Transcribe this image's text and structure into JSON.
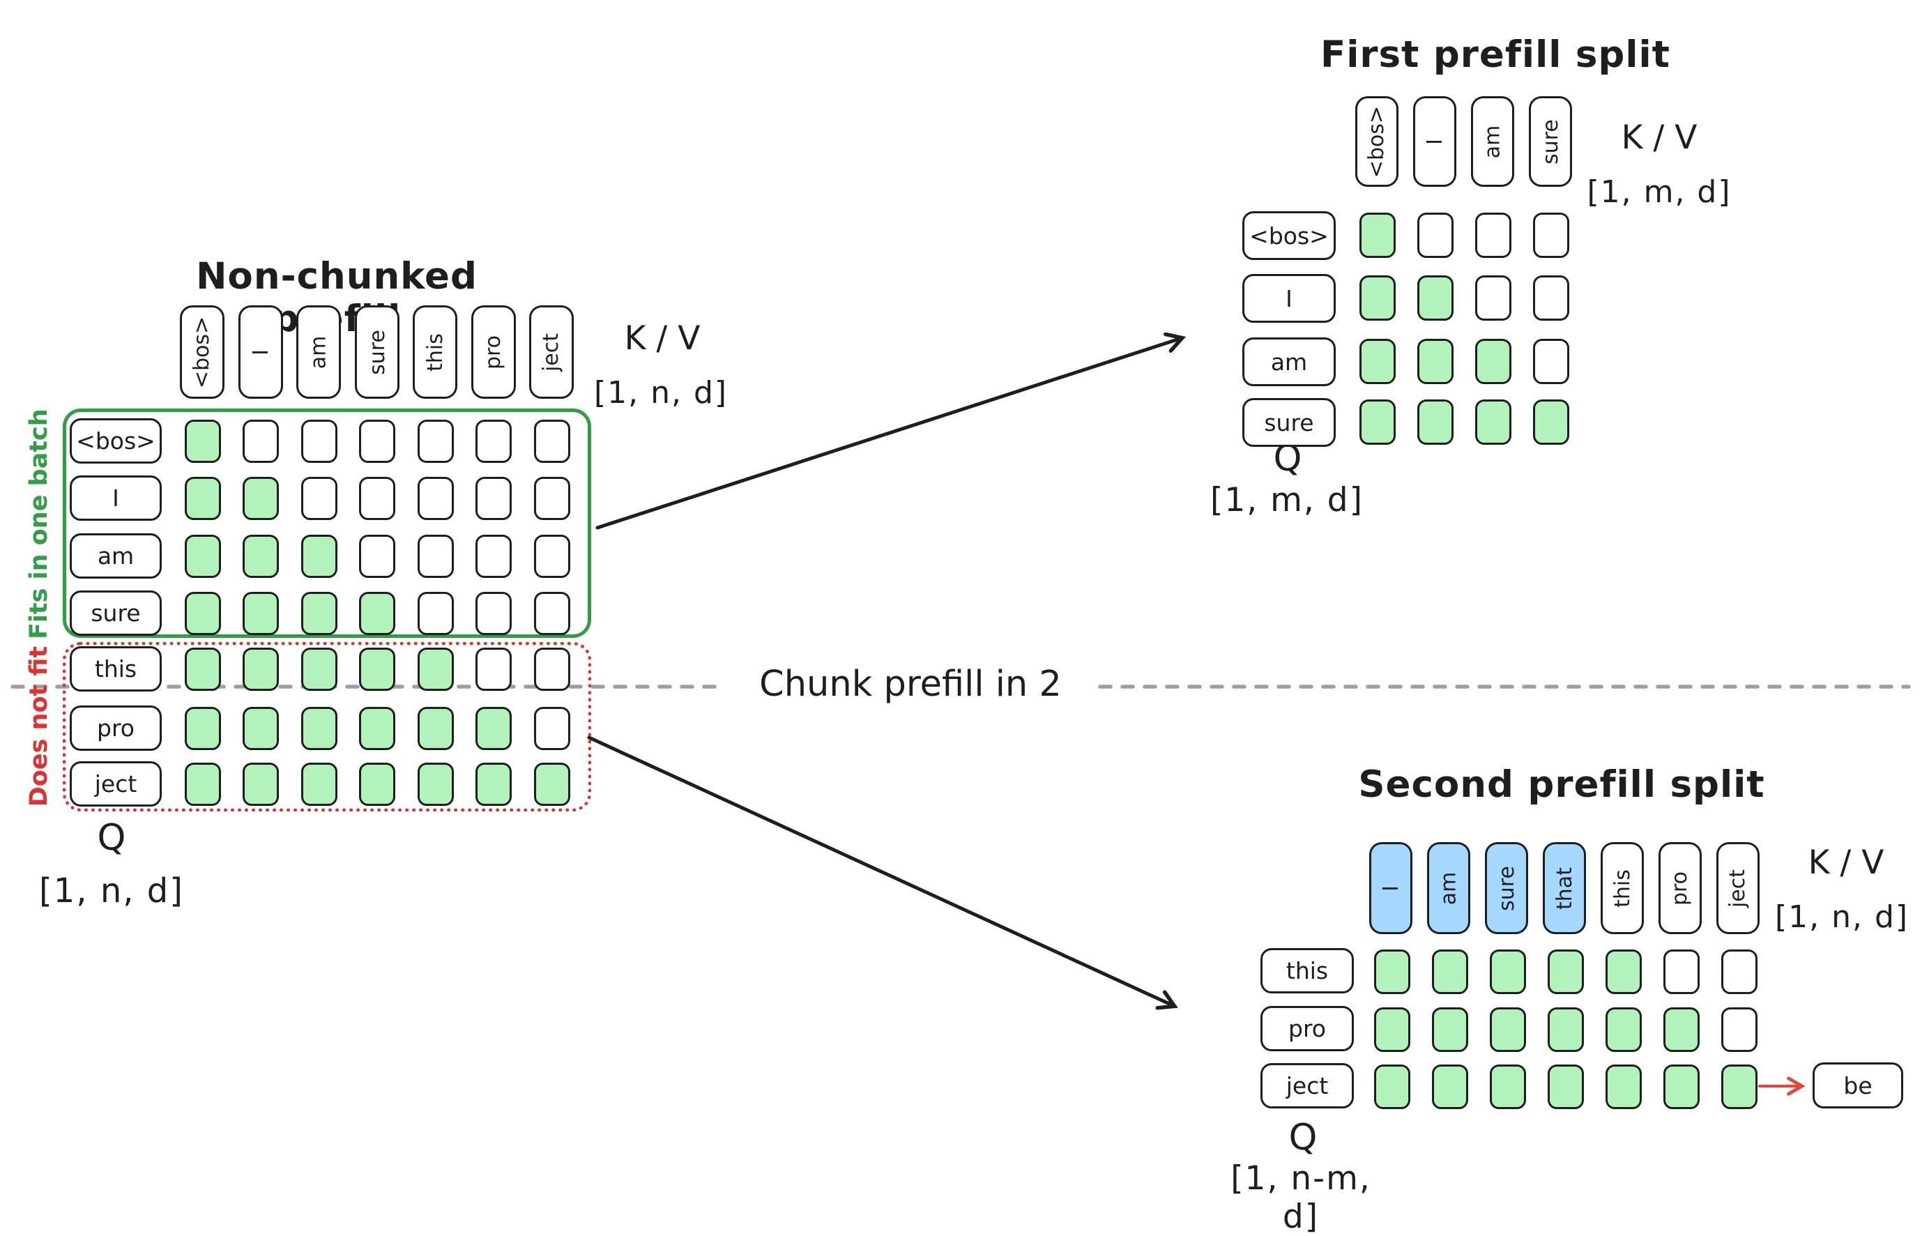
{
  "colors": {
    "cell_green": "#b2f2bb",
    "cell_blue": "#a5d8ff",
    "stroke": "#1e1e1e",
    "green_accent": "#2f9e44",
    "red_accent": "#e03131",
    "divider_gray": "#9e9e9e",
    "red_arrow": "#e8443c"
  },
  "divider": {
    "label": "Chunk prefill in 2"
  },
  "panels": {
    "non_chunked": {
      "title": "Non-chunked prefill",
      "kv_label": "K / V",
      "kv_shape": "[1, n, d]",
      "q_label": "Q",
      "q_shape": "[1, n, d]",
      "batch_ok_label": "Fits in one batch",
      "batch_overflow_label": "Does not fit",
      "kv_tokens": [
        {
          "label": "<bos>",
          "fill": "white"
        },
        {
          "label": "I",
          "fill": "white"
        },
        {
          "label": "am",
          "fill": "white"
        },
        {
          "label": "sure",
          "fill": "white"
        },
        {
          "label": "this",
          "fill": "white"
        },
        {
          "label": "pro",
          "fill": "white"
        },
        {
          "label": "ject",
          "fill": "white"
        }
      ],
      "rows": [
        {
          "label": "<bos>",
          "cells": [
            1,
            0,
            0,
            0,
            0,
            0,
            0
          ]
        },
        {
          "label": "I",
          "cells": [
            1,
            1,
            0,
            0,
            0,
            0,
            0
          ]
        },
        {
          "label": "am",
          "cells": [
            1,
            1,
            1,
            0,
            0,
            0,
            0
          ]
        },
        {
          "label": "sure",
          "cells": [
            1,
            1,
            1,
            1,
            0,
            0,
            0
          ]
        },
        {
          "label": "this",
          "cells": [
            1,
            1,
            1,
            1,
            1,
            0,
            0
          ]
        },
        {
          "label": "pro",
          "cells": [
            1,
            1,
            1,
            1,
            1,
            1,
            0
          ]
        },
        {
          "label": "ject",
          "cells": [
            1,
            1,
            1,
            1,
            1,
            1,
            1
          ]
        }
      ]
    },
    "first_split": {
      "title": "First prefill split",
      "kv_label": "K / V",
      "kv_shape": "[1, m, d]",
      "q_label": "Q",
      "q_shape": "[1, m, d]",
      "kv_tokens": [
        {
          "label": "<bos>",
          "fill": "white"
        },
        {
          "label": "I",
          "fill": "white"
        },
        {
          "label": "am",
          "fill": "white"
        },
        {
          "label": "sure",
          "fill": "white"
        }
      ],
      "rows": [
        {
          "label": "<bos>",
          "cells": [
            1,
            0,
            0,
            0
          ]
        },
        {
          "label": "I",
          "cells": [
            1,
            1,
            0,
            0
          ]
        },
        {
          "label": "am",
          "cells": [
            1,
            1,
            1,
            0
          ]
        },
        {
          "label": "sure",
          "cells": [
            1,
            1,
            1,
            1
          ]
        }
      ]
    },
    "second_split": {
      "title": "Second prefill split",
      "kv_label": "K / V",
      "kv_shape": "[1, n, d]",
      "q_label": "Q",
      "q_shape": "[1, n-m, d]",
      "kv_tokens": [
        {
          "label": "I",
          "fill": "blue"
        },
        {
          "label": "am",
          "fill": "blue"
        },
        {
          "label": "sure",
          "fill": "blue"
        },
        {
          "label": "that",
          "fill": "blue"
        },
        {
          "label": "this",
          "fill": "white"
        },
        {
          "label": "pro",
          "fill": "white"
        },
        {
          "label": "ject",
          "fill": "white"
        }
      ],
      "rows": [
        {
          "label": "this",
          "cells": [
            1,
            1,
            1,
            1,
            1,
            0,
            0
          ]
        },
        {
          "label": "pro",
          "cells": [
            1,
            1,
            1,
            1,
            1,
            1,
            0
          ]
        },
        {
          "label": "ject",
          "cells": [
            1,
            1,
            1,
            1,
            1,
            1,
            1
          ]
        }
      ],
      "output_token": "be"
    }
  }
}
